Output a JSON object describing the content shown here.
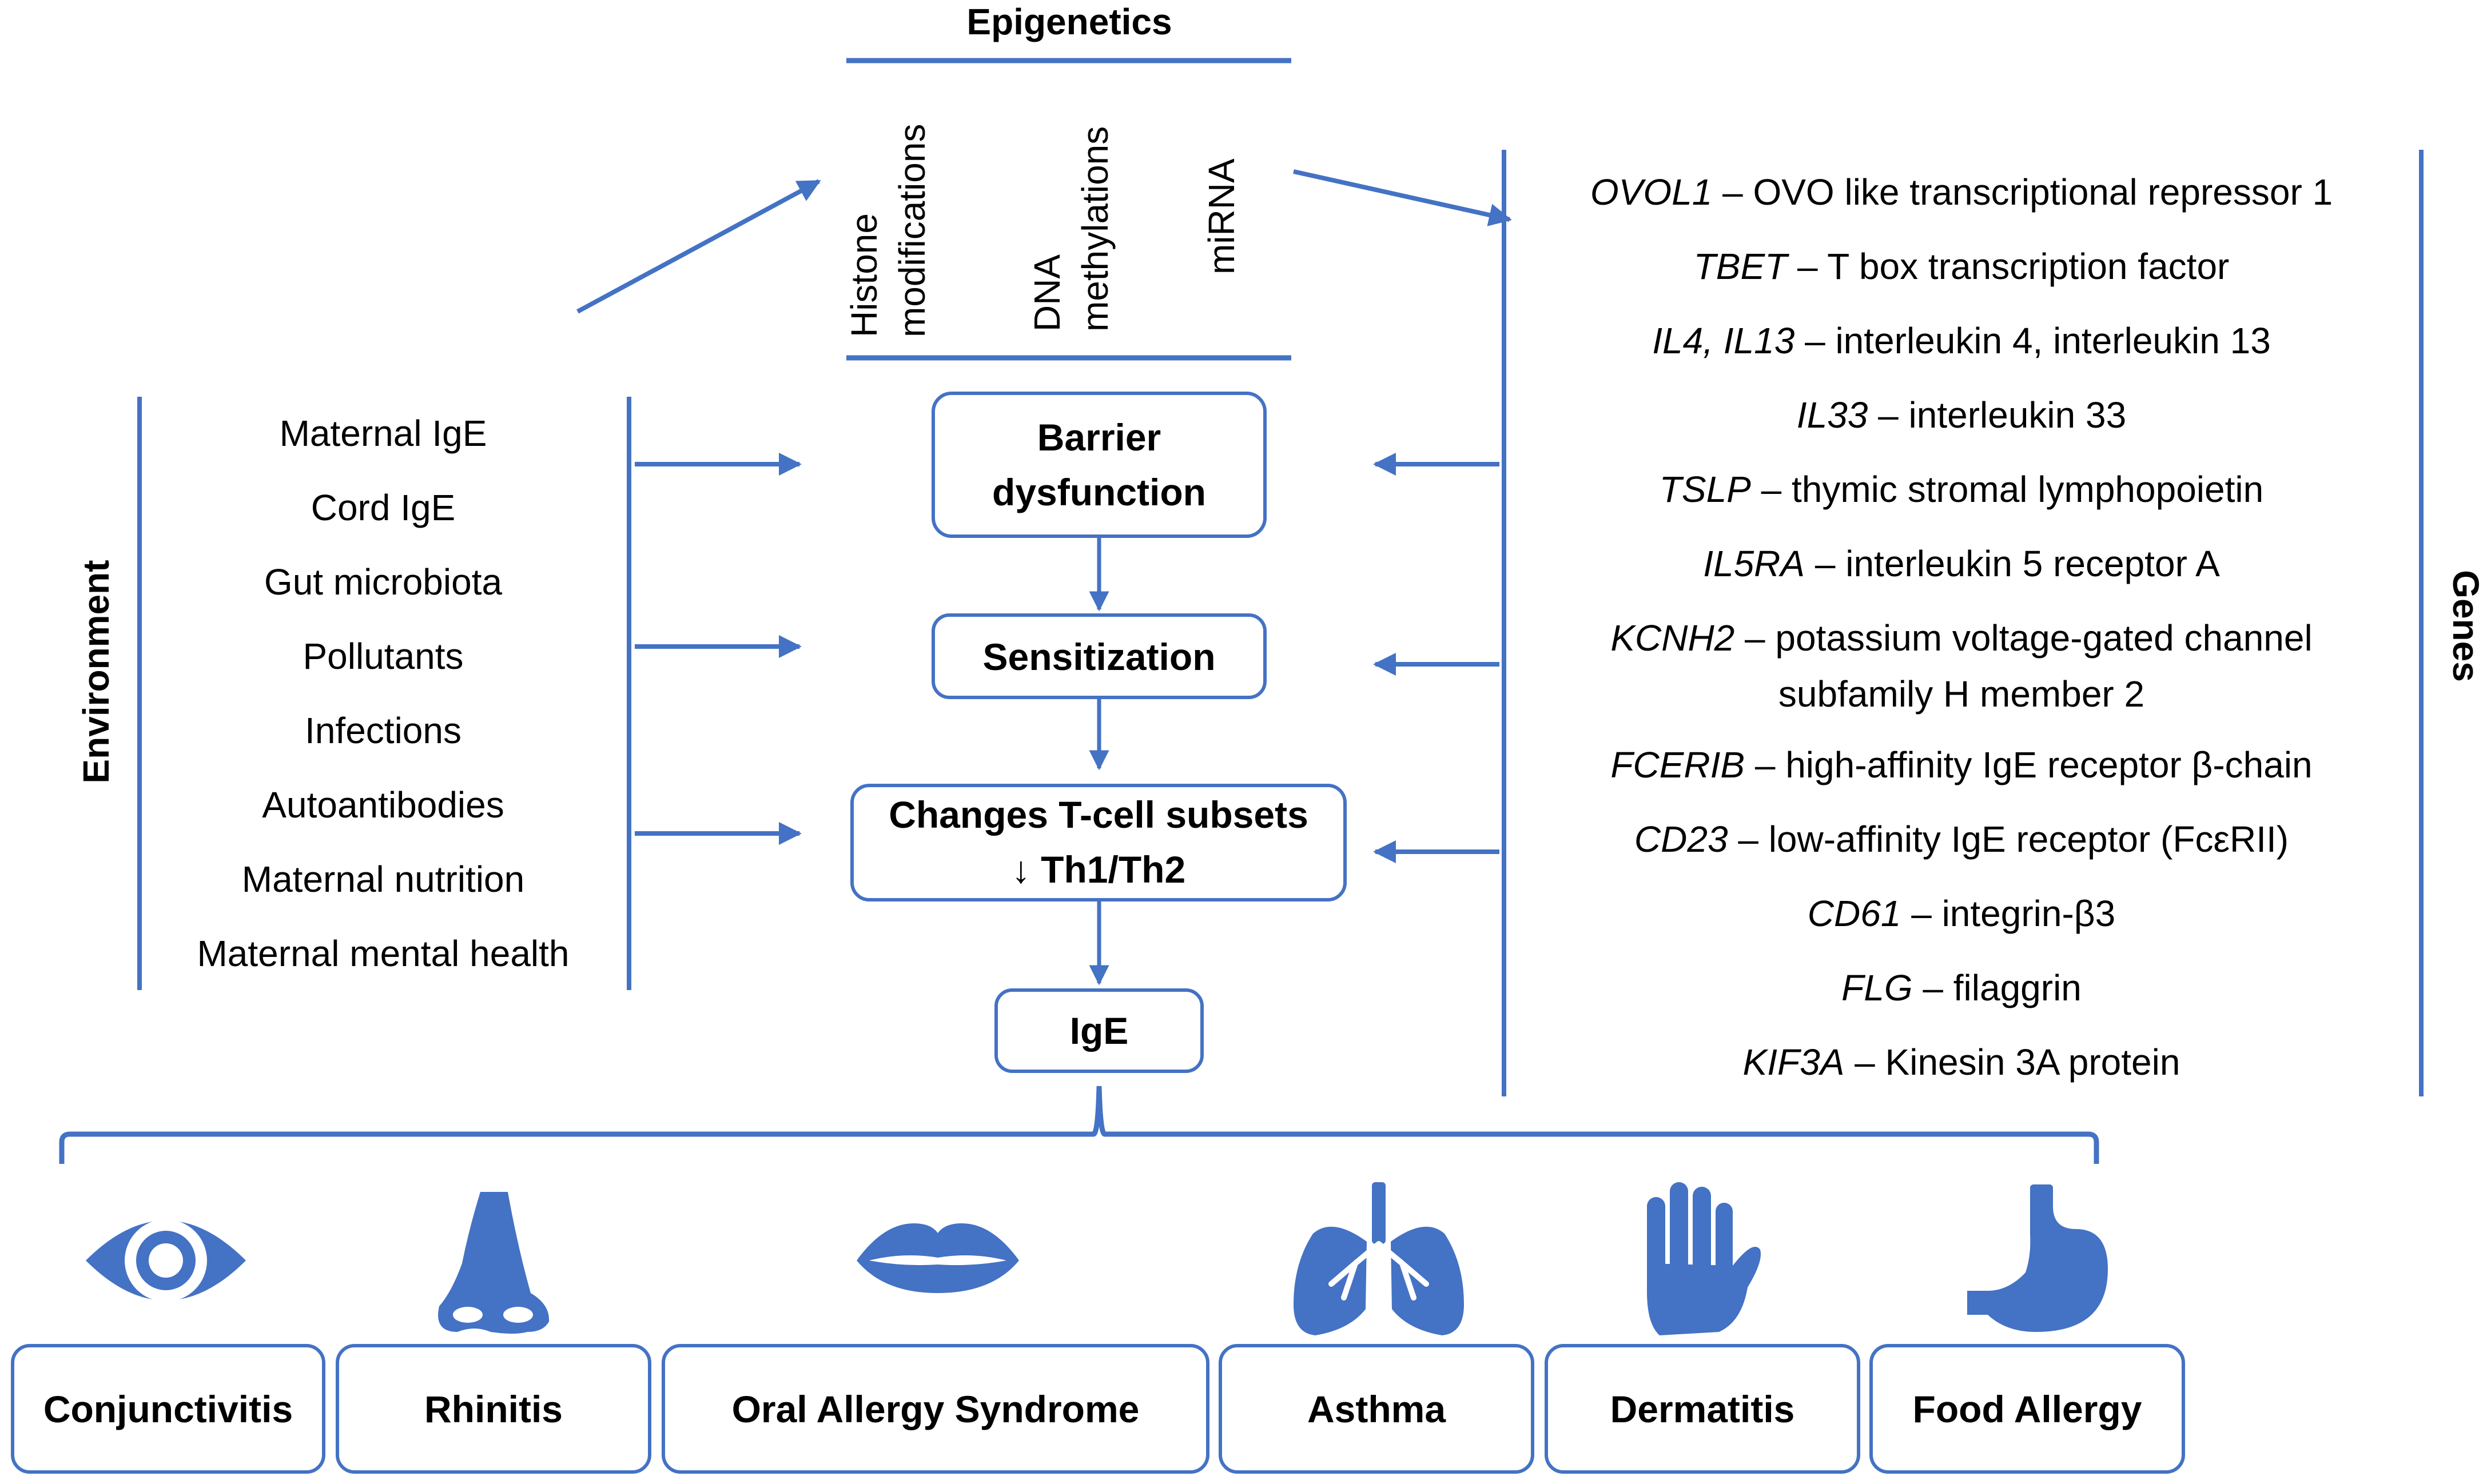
{
  "epigenetics": {
    "title": "Epigenetics",
    "items": [
      {
        "line1": "Histone",
        "line2": "modifications"
      },
      {
        "line1": "DNA",
        "line2": "methylations"
      },
      {
        "line1": "miRNA",
        "line2": ""
      }
    ]
  },
  "environment": {
    "title": "Environment",
    "items": [
      "Maternal IgE",
      "Cord IgE",
      "Gut microbiota",
      "Pollutants",
      "Infections",
      "Autoantibodies",
      "Maternal nutrition",
      "Maternal mental health"
    ]
  },
  "pathway": {
    "barrier_line1": "Barrier",
    "barrier_line2": "dysfunction",
    "sensitization": "Sensitization",
    "tcell_line1": "Changes T-cell subsets",
    "tcell_line2": "↓ Th1/Th2",
    "ige": "IgE"
  },
  "genes": {
    "title": "Genes",
    "items": [
      {
        "symbol": "OVOL1",
        "desc": " – OVO like transcriptional repressor 1",
        "desc2": ""
      },
      {
        "symbol": "TBET",
        "desc": " – T box transcription factor",
        "desc2": ""
      },
      {
        "symbol": "IL4, IL13",
        "desc": " – interleukin 4, interleukin 13",
        "desc2": ""
      },
      {
        "symbol": "IL33",
        "desc": " – interleukin 33",
        "desc2": ""
      },
      {
        "symbol": "TSLP",
        "desc": " – thymic stromal lymphopoietin",
        "desc2": ""
      },
      {
        "symbol": "IL5RA",
        "desc": " – interleukin 5 receptor A",
        "desc2": ""
      },
      {
        "symbol": "KCNH2",
        "desc": " – potassium voltage-gated channel",
        "desc2": "subfamily H member 2"
      },
      {
        "symbol": "FCERIB",
        "desc": " – high-affinity IgE receptor β-chain",
        "desc2": ""
      },
      {
        "symbol": "CD23",
        "desc": " – low-affinity IgE receptor (FcεRII)",
        "desc2": ""
      },
      {
        "symbol": "CD61",
        "desc": " – integrin-β3",
        "desc2": ""
      },
      {
        "symbol": "FLG",
        "desc": " – filaggrin",
        "desc2": ""
      },
      {
        "symbol": "KIF3A",
        "desc": " – Kinesin 3A protein",
        "desc2": ""
      }
    ]
  },
  "diseases": [
    {
      "label": "Conjunctivitis",
      "icon": "eye-icon"
    },
    {
      "label": "Rhinitis",
      "icon": "nose-icon"
    },
    {
      "label": "Oral Allergy Syndrome",
      "icon": "lips-icon"
    },
    {
      "label": "Asthma",
      "icon": "lungs-icon"
    },
    {
      "label": "Dermatitis",
      "icon": "hand-icon"
    },
    {
      "label": "Food Allergy",
      "icon": "stomach-icon"
    }
  ],
  "colors": {
    "accent": "#4472c4",
    "text": "#000000",
    "background": "#ffffff"
  }
}
